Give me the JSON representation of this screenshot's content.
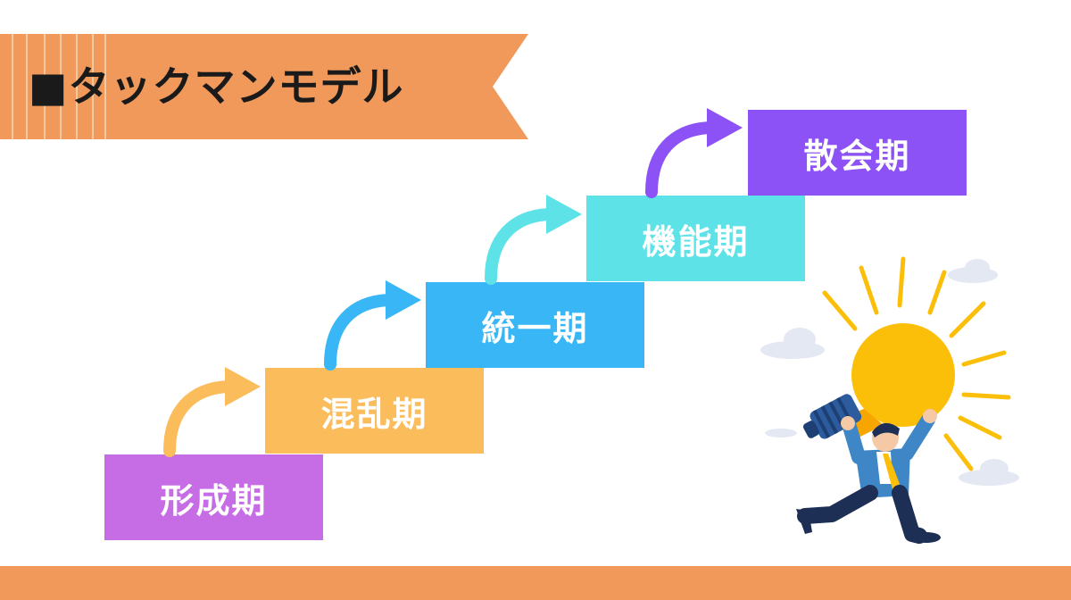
{
  "title": "■タックマンモデル",
  "colors": {
    "banner": "#f0995a",
    "stage_forming": "#c66de6",
    "stage_storming": "#fbbd5c",
    "stage_norming": "#38b6f5",
    "stage_performing": "#5de2e8",
    "stage_adjourning": "#8c52f5",
    "bulb": "#fbbf0a",
    "suit": "#3f86c6"
  },
  "stages": [
    {
      "id": "forming",
      "label": "形成期"
    },
    {
      "id": "storming",
      "label": "混乱期"
    },
    {
      "id": "norming",
      "label": "統一期"
    },
    {
      "id": "performing",
      "label": "機能期"
    },
    {
      "id": "adjourning",
      "label": "散会期"
    }
  ]
}
